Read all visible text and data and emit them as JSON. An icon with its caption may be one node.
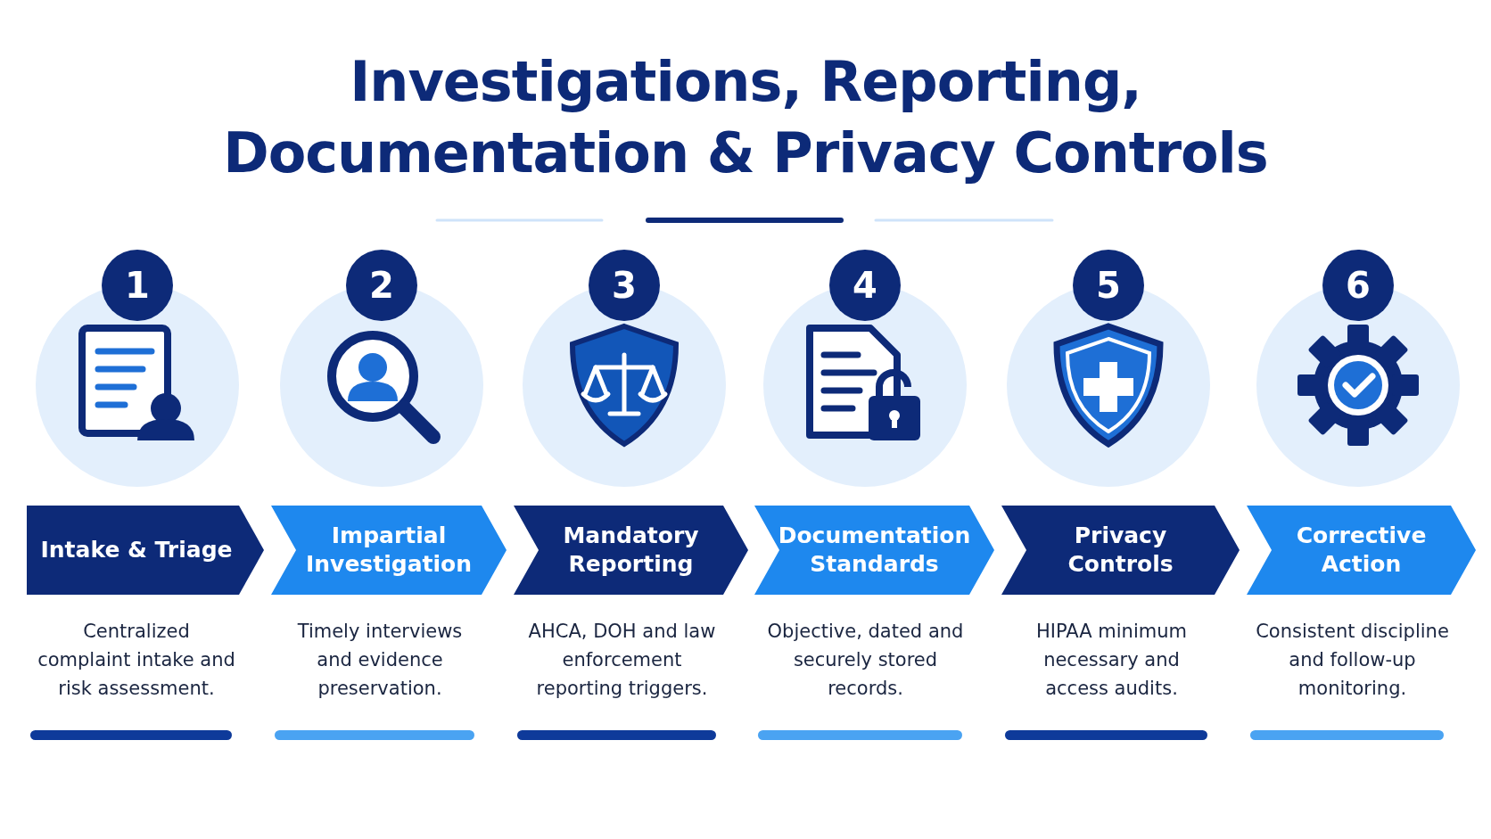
{
  "diagram": {
    "title": "Investigations, Reporting, Documentation & Privacy Controls",
    "nodes": [
      {
        "text": [
          "1"
        ]
      },
      {
        "text": [
          "Intake & Triage"
        ],
        "beside": [
          "Centralized complaint intake and risk assessment."
        ]
      },
      {
        "text": [
          "2"
        ]
      },
      {
        "text": [
          "Impartial Investigation"
        ],
        "beside": [
          "Timely interviews and evidence preservation."
        ]
      },
      {
        "text": [
          "3"
        ]
      },
      {
        "text": [
          "Mandatory Reporting"
        ],
        "beside": [
          "AHCA, DOH and law enforcement reporting triggers."
        ]
      },
      {
        "text": [
          "4"
        ]
      },
      {
        "text": [
          "Documentation Standards"
        ],
        "beside": [
          "Objective, dated and securely stored records."
        ]
      },
      {
        "text": [
          "5"
        ]
      },
      {
        "text": [
          "Privacy Controls"
        ],
        "beside": [
          "HIPAA minimum necessary and access audits."
        ]
      },
      {
        "text": [
          "6"
        ]
      },
      {
        "text": [
          "Corrective Action"
        ],
        "beside": [
          "Consistent discipline and follow-up monitoring."
        ]
      }
    ]
  }
}
